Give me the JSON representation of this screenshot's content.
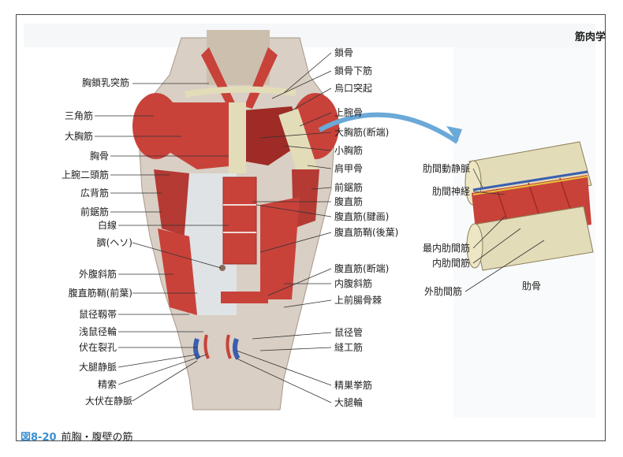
{
  "section_title": "筋肉学",
  "caption": {
    "figure_number": "図8-20",
    "title": "前胸・腹壁の筋"
  },
  "left_labels": [
    "胸鎖乳突筋",
    "三角筋",
    "大胸筋",
    "胸骨",
    "上腕二頭筋",
    "広背筋",
    "前鋸筋",
    "白線",
    "臍(ヘソ)",
    "外腹斜筋",
    "腹直筋鞘(前葉)",
    "鼠径靱帯",
    "浅鼠径輪",
    "伏在裂孔",
    "大腿静脈",
    "精索",
    "大伏在静脈"
  ],
  "right_labels": [
    "鎖骨",
    "鎖骨下筋",
    "烏口突起",
    "上腕骨",
    "大胸筋(断端)",
    "小胸筋",
    "肩甲骨",
    "前鋸筋",
    "腹直筋",
    "腹直筋(腱画)",
    "腹直筋鞘(後葉)",
    "腹直筋(断端)",
    "内腹斜筋",
    "上前腸骨棘",
    "鼠径管",
    "縫工筋",
    "精巣挙筋",
    "大腿輪"
  ],
  "inset_labels": [
    "肋間動静脈",
    "肋間神経",
    "最内肋間筋",
    "内肋間筋",
    "外肋間筋",
    "肋骨"
  ],
  "colors": {
    "muscle": "#c8423a",
    "muscle_dark": "#9e2b26",
    "bone": "#e3dcb8",
    "skin": "#d9cfc4",
    "fascia": "#dfe3e6",
    "arrow": "#6aa9d8",
    "vein": "#3a5fb0",
    "nerve": "#e6c23a",
    "caption_accent": "#3b8fd0"
  }
}
